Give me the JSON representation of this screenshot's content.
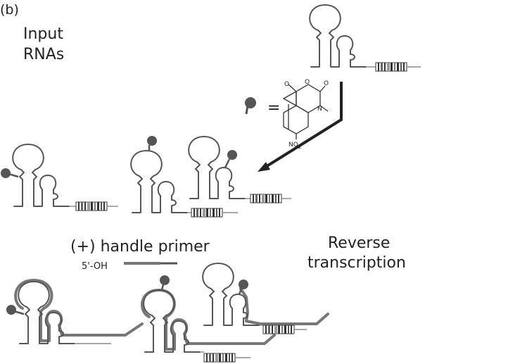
{
  "labels": {
    "panel": "(b)",
    "input_line1": "Input",
    "input_line2": "RNAs",
    "primer_name": "(+) handle primer",
    "primer_seq": "5'-OH",
    "rt_line1": "Reverse",
    "rt_line2": "transcription"
  },
  "reagent": {
    "equals": "=",
    "atom_o": "O",
    "atom_n": "N",
    "nitro": "NO",
    "nitro_sub": "2"
  },
  "colors": {
    "rna": "#555555",
    "modification": "#555555",
    "cdna": "#777777",
    "barcode_dark": "#333333",
    "barcode_light": "#bbbbbb"
  }
}
